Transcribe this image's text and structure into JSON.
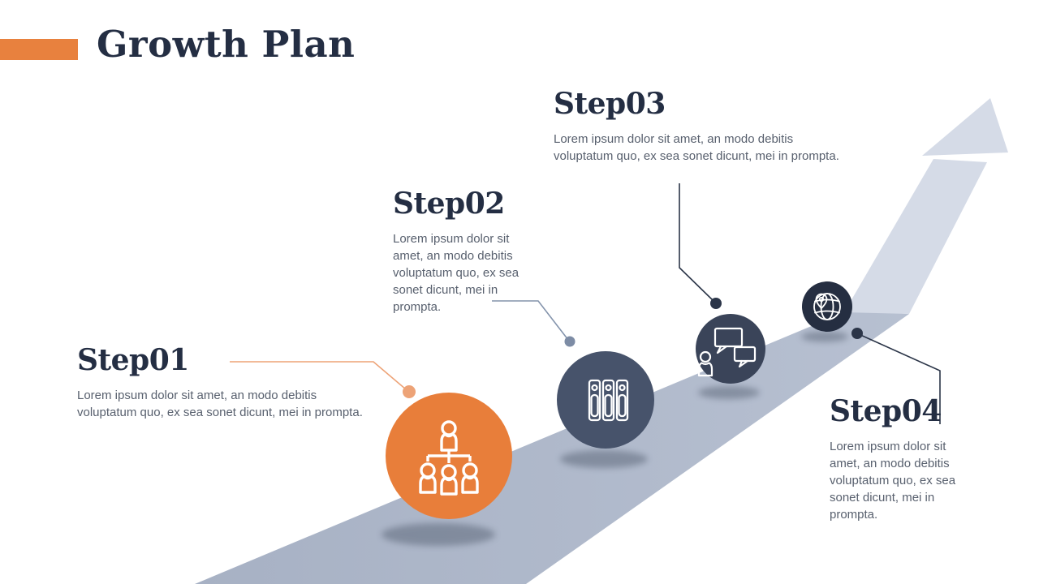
{
  "slide": {
    "title": "Growth Plan"
  },
  "steps": [
    {
      "title": "Step01",
      "body": "Lorem ipsum dolor sit amet, an modo debitis\nvoluptatum quo, ex sea sonet dicunt, mei in prompta.",
      "icon": "org-chart-icon"
    },
    {
      "title": "Step02",
      "body": "Lorem ipsum dolor sit\namet, an modo debitis\nvoluptatum quo, ex sea\nsonet dicunt, mei in\nprompta.",
      "icon": "binders-icon"
    },
    {
      "title": "Step03",
      "body": "Lorem ipsum dolor sit amet, an modo debitis\nvoluptatum quo, ex sea sonet dicunt, mei in prompta.",
      "icon": "chat-bubbles-icon"
    },
    {
      "title": "Step04",
      "body": "Lorem ipsum dolor sit\namet, an modo debitis\nvoluptatum quo, ex sea\nsonet dicunt, mei in\nprompta.",
      "icon": "globe-icon"
    }
  ],
  "colors": {
    "background": "#FFFFFF",
    "accent_orange": "#E8813E",
    "orange_light": "#EDA377",
    "heading_navy": "#242E43",
    "body_gray": "#58606E",
    "ramp_dark": "#B7C0D1",
    "ramp_dark2": "#A7B1C4",
    "ramp_light": "#D5DBE7",
    "circle_orange": "#E87E3A",
    "circle_navy_light": "#47536B",
    "circle_navy": "#3A4459",
    "circle_navy_dark": "#252E41",
    "connector_dark": "#2B3548",
    "connector_slate": "#8494AC",
    "dot_slate": "#7D8CA5",
    "shadow": "#4E586B"
  }
}
